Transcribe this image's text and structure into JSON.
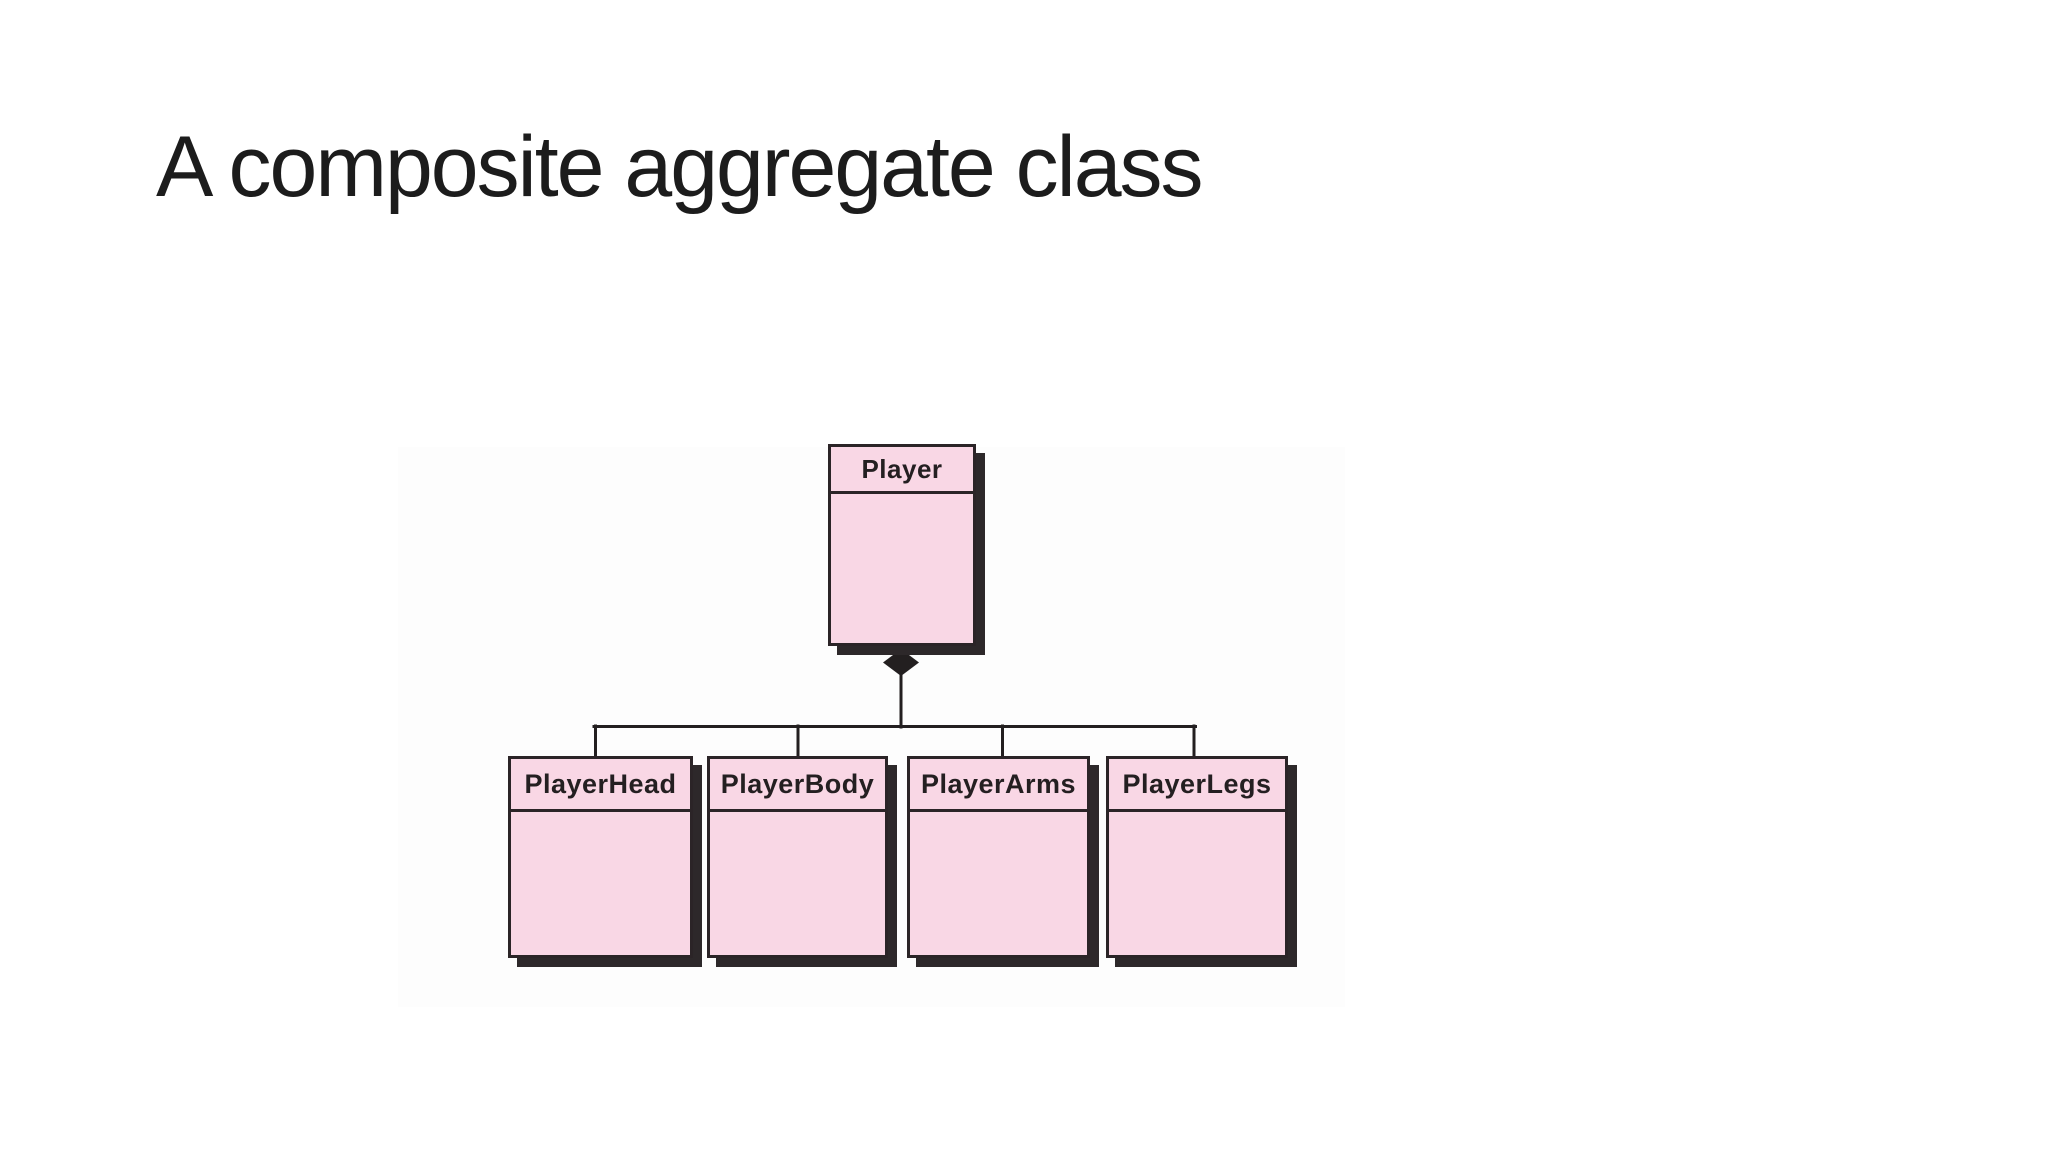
{
  "slide": {
    "title": "A composite aggregate class"
  },
  "diagram": {
    "type": "uml-class-diagram",
    "relationship": "composition",
    "parent": {
      "name": "Player"
    },
    "children": [
      {
        "name": "PlayerHead"
      },
      {
        "name": "PlayerBody"
      },
      {
        "name": "PlayerArms"
      },
      {
        "name": "PlayerLegs"
      }
    ],
    "icons": {
      "composition_diamond": "filled-diamond"
    },
    "colors": {
      "class_fill": "#f9d7e5",
      "border": "#2b2427",
      "shadow": "#2d282a",
      "connector": "#231f20",
      "title_text": "#1c1c1c",
      "label_text": "#241f21",
      "figure_background": "#fdfdfd"
    }
  }
}
